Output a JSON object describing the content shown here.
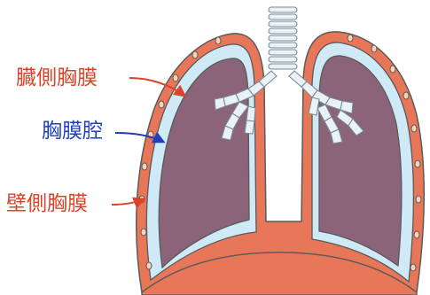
{
  "labels": {
    "visceral_pleura": "臓側胸膜",
    "pleural_cavity": "胸膜腔",
    "parietal_pleura": "壁側胸膜"
  },
  "colors": {
    "visceral_label": "#d9442a",
    "cavity_label": "#1f3fbf",
    "parietal_label": "#d9442a",
    "parietal_pleura_fill": "#e8775a",
    "pleural_cavity_fill": "#cfe9f6",
    "lung_fill": "#8b6479",
    "outline": "#5a5a5a",
    "airway": "#e9f2f7"
  }
}
